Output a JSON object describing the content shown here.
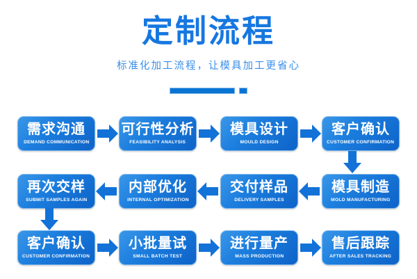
{
  "header": {
    "title": "定制流程",
    "subtitle": "标准化加工流程，让模具加工更省心",
    "divider_color": "#0a74d4",
    "title_color": "#1677e0",
    "subtitle_color": "#3b8fe8"
  },
  "theme": {
    "node_gradient_start": "#3a97e8",
    "node_gradient_end": "#0e63c8",
    "arrow_color": "#1272d8",
    "background": "#ffffff",
    "node_text_color": "#ffffff"
  },
  "flow": {
    "rows": [
      {
        "direction": "right",
        "nodes": [
          {
            "cn": "需求沟通",
            "en": "DEMAND COMMUNICATION"
          },
          {
            "cn": "可行性分析",
            "en": "FEASIBILITY ANALYSIS"
          },
          {
            "cn": "模具设计",
            "en": "MOULD DESIGN"
          },
          {
            "cn": "客户确认",
            "en": "CUSTOMER CONFIRMATION"
          }
        ]
      },
      {
        "direction": "left",
        "nodes": [
          {
            "cn": "再次交样",
            "en": "SUBMIT SAMPLES AGAIN"
          },
          {
            "cn": "内部优化",
            "en": "INTERNAL OPTIMIZATION"
          },
          {
            "cn": "交付样品",
            "en": "DELIVERY SAMPLES"
          },
          {
            "cn": "模具制造",
            "en": "MOLD MANUFACTURING"
          }
        ]
      },
      {
        "direction": "right",
        "nodes": [
          {
            "cn": "客户确认",
            "en": "CUSTOMER CONFIRMATION"
          },
          {
            "cn": "小批量试",
            "en": "SMALL BATCH TEST"
          },
          {
            "cn": "进行量产",
            "en": "MASS PRODUCTION"
          },
          {
            "cn": "售后跟踪",
            "en": "AFTER SALES TRACKING"
          }
        ]
      }
    ],
    "connectors": [
      {
        "name": "row1-to-row2",
        "direction": "down"
      },
      {
        "name": "row2-to-row3",
        "direction": "down"
      }
    ]
  }
}
